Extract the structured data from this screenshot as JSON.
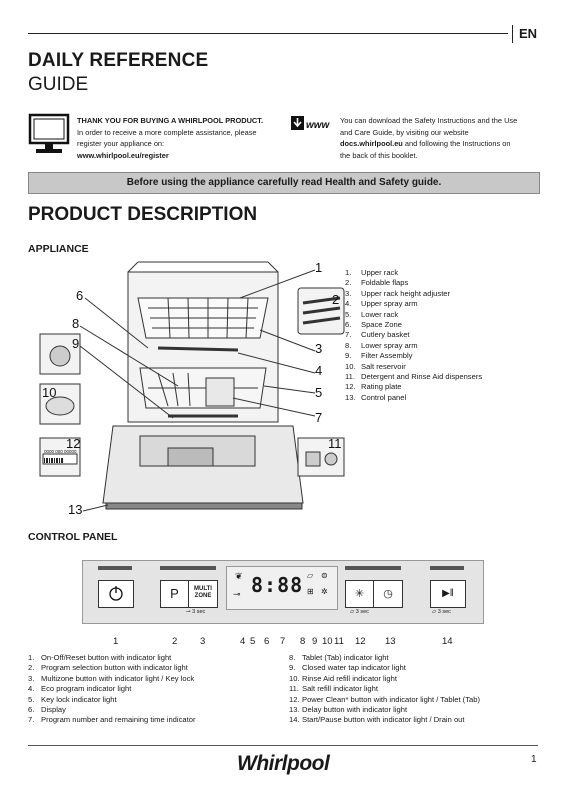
{
  "header": {
    "language": "EN",
    "title_line1": "DAILY REFERENCE",
    "title_line2": "GUIDE"
  },
  "intro_left": {
    "heading": "THANK YOU FOR BUYING A WHIRLPOOL PRODUCT.",
    "line1": "In order to receive a more complete assistance, please",
    "line2": "register your appliance on:",
    "url": "www.whirlpool.eu/register"
  },
  "intro_right": {
    "icon_label": "www",
    "line1": "You can download the Safety Instructions and the Use",
    "line2": "and Care Guide, by visiting our website",
    "url": "docs.whirlpool.eu",
    "line3_suffix": " and following the Instructions on",
    "line4": "the back of this booklet."
  },
  "banner": "Before using the appliance carefully read Health and Safety guide.",
  "product_description": {
    "title": "PRODUCT DESCRIPTION",
    "appliance_heading": "APPLIANCE",
    "appliance_items": [
      {
        "n": "1.",
        "label": "Upper rack"
      },
      {
        "n": "2.",
        "label": "Foldable flaps"
      },
      {
        "n": "3.",
        "label": "Upper rack height adjuster"
      },
      {
        "n": "4.",
        "label": "Upper spray arm"
      },
      {
        "n": "5.",
        "label": "Lower rack"
      },
      {
        "n": "6.",
        "label": "Space Zone"
      },
      {
        "n": "7.",
        "label": "Cutlery basket"
      },
      {
        "n": "8.",
        "label": "Lower spray arm"
      },
      {
        "n": "9.",
        "label": "Filter Assembly"
      },
      {
        "n": "10.",
        "label": "Salt reservoir"
      },
      {
        "n": "11.",
        "label": "Detergent and Rinse Aid dispensers"
      },
      {
        "n": "12.",
        "label": "Rating plate"
      },
      {
        "n": "13.",
        "label": "Control panel"
      }
    ],
    "callouts": {
      "c1": "1",
      "c2": "2",
      "c3": "3",
      "c4": "4",
      "c5": "5",
      "c6": "6",
      "c7": "7",
      "c8": "8",
      "c9": "9",
      "c10": "10",
      "c11": "11",
      "c12": "12",
      "c13": "13"
    },
    "rating_plate_text": "0000 000 00000"
  },
  "control_panel": {
    "heading": "CONTROL PANEL",
    "multizone_line1": "MULTI",
    "multizone_line2": "ZONE",
    "display_digits": "8:88",
    "hold_3sec": "3 sec",
    "numbers": [
      "1",
      "2",
      "3",
      "4",
      "5",
      "6",
      "7",
      "8",
      "9",
      "10",
      "11",
      "12",
      "13",
      "14"
    ],
    "items_left": [
      {
        "n": "1.",
        "label": "On-Off/Reset button with indicator light"
      },
      {
        "n": "2.",
        "label": "Program selection button with indicator light"
      },
      {
        "n": "3.",
        "label": "Multizone button with indicator light / Key lock"
      },
      {
        "n": "4.",
        "label": "Eco program indicator light"
      },
      {
        "n": "5.",
        "label": "Key lock indicator light"
      },
      {
        "n": "6.",
        "label": "Display"
      },
      {
        "n": "7.",
        "label": "Program number and remaining time indicator"
      }
    ],
    "items_right": [
      {
        "n": "8.",
        "label": "Tablet (Tab) indicator light"
      },
      {
        "n": "9.",
        "label": "Closed water tap indicator light"
      },
      {
        "n": "10.",
        "label": "Rinse Aid refill indicator light"
      },
      {
        "n": "11.",
        "label": "Salt refill indicator light"
      },
      {
        "n": "12.",
        "label": "Power Clean* button with indicator light / Tablet (Tab)"
      },
      {
        "n": "13.",
        "label": "Delay button with indicator light"
      },
      {
        "n": "14.",
        "label": "Start/Pause button with indicator light / Drain out"
      }
    ]
  },
  "footer": {
    "brand": "Whirlpool",
    "page_number": "1"
  }
}
